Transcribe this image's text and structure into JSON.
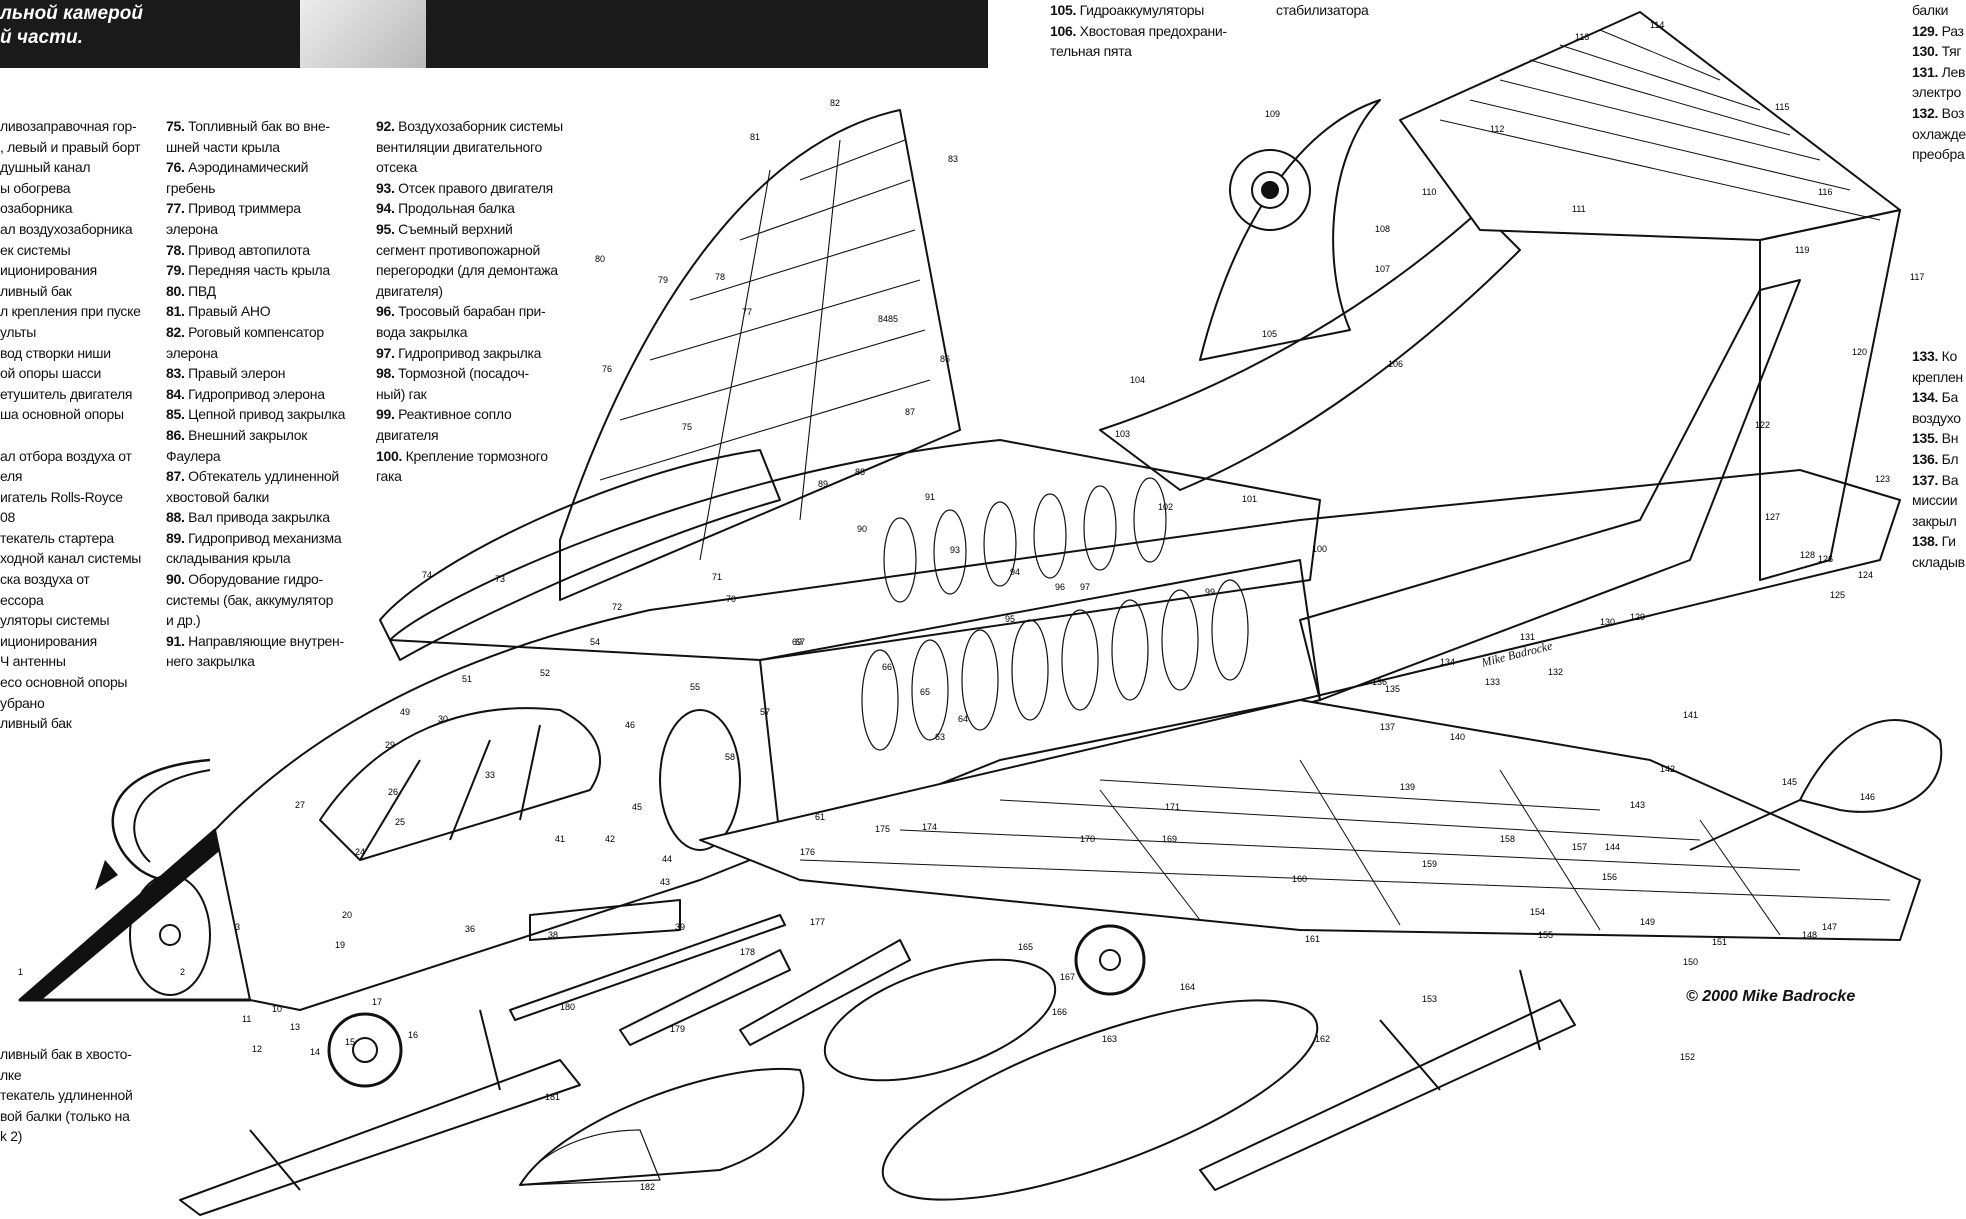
{
  "banner": {
    "text": "льной камерой\nй части."
  },
  "legend": {
    "col_a": [
      "ливозаправочная гор-",
      ", левый и правый борт",
      "душный канал",
      "ы обогрева",
      "озаборника",
      "ал воздухозаборника",
      "ек системы",
      "иционирования",
      "ливный бак",
      "л крепления при пуске",
      "ульты",
      "вод створки ниши",
      "ой опоры шасси",
      "етушитель двигателя",
      "ша основной опоры",
      "",
      "ал отбора воздуха от",
      "еля",
      "игатель Rolls-Royce",
      "08",
      "текатель стартера",
      "ходной канал системы",
      "ска воздуха от",
      "ессора",
      "уляторы системы",
      "иционирования",
      "Ч антенны",
      "есо основной опоры",
      "убрано",
      "ливный бак"
    ],
    "col_b": [
      {
        "num": "75.",
        "text": " Топливный бак во вне-"
      },
      {
        "num": "",
        "text": "шней части крыла"
      },
      {
        "num": "76.",
        "text": " Аэродинамический"
      },
      {
        "num": "",
        "text": "гребень"
      },
      {
        "num": "77.",
        "text": " Привод триммера"
      },
      {
        "num": "",
        "text": "элерона"
      },
      {
        "num": "78.",
        "text": " Привод автопилота"
      },
      {
        "num": "79.",
        "text": " Передняя часть крыла"
      },
      {
        "num": "80.",
        "text": " ПВД"
      },
      {
        "num": "81.",
        "text": " Правый АНО"
      },
      {
        "num": "82.",
        "text": " Роговый компенсатор"
      },
      {
        "num": "",
        "text": "элерона"
      },
      {
        "num": "83.",
        "text": " Правый элерон"
      },
      {
        "num": "84.",
        "text": " Гидропривод элерона"
      },
      {
        "num": "85.",
        "text": " Цепной привод закрылка"
      },
      {
        "num": "86.",
        "text": " Внешний закрылок"
      },
      {
        "num": "",
        "text": "Фаулера"
      },
      {
        "num": "87.",
        "text": " Обтекатель удлиненной"
      },
      {
        "num": "",
        "text": "хвостовой балки"
      },
      {
        "num": "88.",
        "text": " Вал привода закрылка"
      },
      {
        "num": "89.",
        "text": " Гидропривод механизма"
      },
      {
        "num": "",
        "text": "складывания крыла"
      },
      {
        "num": "90.",
        "text": " Оборудование гидро-"
      },
      {
        "num": "",
        "text": "системы (бак, аккумулятор"
      },
      {
        "num": "",
        "text": "и др.)"
      },
      {
        "num": "91.",
        "text": " Направляющие внутрен-"
      },
      {
        "num": "",
        "text": "него закрылка"
      }
    ],
    "col_c": [
      {
        "num": "92.",
        "text": " Воздухозаборник системы"
      },
      {
        "num": "",
        "text": "вентиляции двигательного"
      },
      {
        "num": "",
        "text": "отсека"
      },
      {
        "num": "93.",
        "text": " Отсек правого двигателя"
      },
      {
        "num": "94.",
        "text": " Продольная балка"
      },
      {
        "num": "95.",
        "text": " Съемный верхний"
      },
      {
        "num": "",
        "text": "сегмент противопожарной"
      },
      {
        "num": "",
        "text": "перегородки (для демонтажа"
      },
      {
        "num": "",
        "text": "двигателя)"
      },
      {
        "num": "96.",
        "text": " Тросовый барабан при-"
      },
      {
        "num": "",
        "text": "вода закрылка"
      },
      {
        "num": "97.",
        "text": " Гидропривод закрылка"
      },
      {
        "num": "98.",
        "text": " Тормозной (посадоч-"
      },
      {
        "num": "",
        "text": "ный) гак"
      },
      {
        "num": "99.",
        "text": " Реактивное сопло"
      },
      {
        "num": "",
        "text": "двигателя"
      },
      {
        "num": "100.",
        "text": " Крепление тормозного"
      },
      {
        "num": "",
        "text": "гака"
      }
    ],
    "col_d": [
      {
        "num": "105.",
        "text": " Гидроаккумуляторы"
      },
      {
        "num": "106.",
        "text": " Хвостовая предохрани-"
      },
      {
        "num": "",
        "text": "тельная пята"
      }
    ],
    "col_e": [
      {
        "num": "",
        "text": "стабилизатора"
      }
    ],
    "col_f": [
      {
        "num": "",
        "text": "балки"
      },
      {
        "num": "129.",
        "text": " Раз"
      },
      {
        "num": "130.",
        "text": " Тяг"
      },
      {
        "num": "131.",
        "text": " Лев"
      },
      {
        "num": "",
        "text": "электро"
      },
      {
        "num": "132.",
        "text": " Воз"
      },
      {
        "num": "",
        "text": "охлажде"
      },
      {
        "num": "",
        "text": "преобра"
      }
    ],
    "col_g": [
      {
        "num": "133.",
        "text": " Ко"
      },
      {
        "num": "",
        "text": "креплен"
      },
      {
        "num": "134.",
        "text": " Ба"
      },
      {
        "num": "",
        "text": "воздухо"
      },
      {
        "num": "135.",
        "text": " Вн"
      },
      {
        "num": "136.",
        "text": " Бл"
      },
      {
        "num": "137.",
        "text": " Ва"
      },
      {
        "num": "",
        "text": "миссии"
      },
      {
        "num": "",
        "text": "закрыл"
      },
      {
        "num": "138.",
        "text": " Ги"
      },
      {
        "num": "",
        "text": "складыв"
      }
    ],
    "col_h": [
      "ливный бак в хвосто-",
      "лке",
      "текатель удлиненной",
      "вой балки (только на",
      "k 2)"
    ]
  },
  "callouts": [
    {
      "n": "1"
    },
    {
      "n": "2"
    },
    {
      "n": "3"
    },
    {
      "n": "10"
    },
    {
      "n": "11"
    },
    {
      "n": "12"
    },
    {
      "n": "13"
    },
    {
      "n": "14"
    },
    {
      "n": "15"
    },
    {
      "n": "16"
    },
    {
      "n": "17"
    },
    {
      "n": "19"
    },
    {
      "n": "20"
    },
    {
      "n": "24"
    },
    {
      "n": "25"
    },
    {
      "n": "26"
    },
    {
      "n": "27"
    },
    {
      "n": "29"
    },
    {
      "n": "30"
    },
    {
      "n": "33"
    },
    {
      "n": "36"
    },
    {
      "n": "38"
    },
    {
      "n": "39"
    },
    {
      "n": "41"
    },
    {
      "n": "42"
    },
    {
      "n": "43"
    },
    {
      "n": "44"
    },
    {
      "n": "45"
    },
    {
      "n": "46"
    },
    {
      "n": "49"
    },
    {
      "n": "51"
    },
    {
      "n": "52"
    },
    {
      "n": "54"
    },
    {
      "n": "55"
    },
    {
      "n": "57"
    },
    {
      "n": "58"
    },
    {
      "n": "61"
    },
    {
      "n": "63"
    },
    {
      "n": "64"
    },
    {
      "n": "65"
    },
    {
      "n": "66"
    },
    {
      "n": "67"
    },
    {
      "n": "69"
    },
    {
      "n": "70"
    },
    {
      "n": "71"
    },
    {
      "n": "72"
    },
    {
      "n": "73"
    },
    {
      "n": "74"
    },
    {
      "n": "75"
    },
    {
      "n": "76"
    },
    {
      "n": "77"
    },
    {
      "n": "78"
    },
    {
      "n": "79"
    },
    {
      "n": "80"
    },
    {
      "n": "81"
    },
    {
      "n": "82"
    },
    {
      "n": "83"
    },
    {
      "n": "84"
    },
    {
      "n": "85"
    },
    {
      "n": "86"
    },
    {
      "n": "87"
    },
    {
      "n": "88"
    },
    {
      "n": "89"
    },
    {
      "n": "90"
    },
    {
      "n": "91"
    },
    {
      "n": "93"
    },
    {
      "n": "94"
    },
    {
      "n": "95"
    },
    {
      "n": "96"
    },
    {
      "n": "97"
    },
    {
      "n": "99"
    },
    {
      "n": "100"
    },
    {
      "n": "101"
    },
    {
      "n": "102"
    },
    {
      "n": "103"
    },
    {
      "n": "104"
    },
    {
      "n": "105"
    },
    {
      "n": "106"
    },
    {
      "n": "107"
    },
    {
      "n": "108"
    },
    {
      "n": "109"
    },
    {
      "n": "110"
    },
    {
      "n": "111"
    },
    {
      "n": "112"
    },
    {
      "n": "113"
    },
    {
      "n": "114"
    },
    {
      "n": "115"
    },
    {
      "n": "116"
    },
    {
      "n": "117"
    },
    {
      "n": "119"
    },
    {
      "n": "120"
    },
    {
      "n": "122"
    },
    {
      "n": "123"
    },
    {
      "n": "124"
    },
    {
      "n": "125"
    },
    {
      "n": "126"
    },
    {
      "n": "127"
    },
    {
      "n": "128"
    },
    {
      "n": "129"
    },
    {
      "n": "130"
    },
    {
      "n": "131"
    },
    {
      "n": "132"
    },
    {
      "n": "133"
    },
    {
      "n": "134"
    },
    {
      "n": "135"
    },
    {
      "n": "136"
    },
    {
      "n": "137"
    },
    {
      "n": "139"
    },
    {
      "n": "140"
    },
    {
      "n": "141"
    },
    {
      "n": "142"
    },
    {
      "n": "143"
    },
    {
      "n": "144"
    },
    {
      "n": "145"
    },
    {
      "n": "146"
    },
    {
      "n": "147"
    },
    {
      "n": "148"
    },
    {
      "n": "149"
    },
    {
      "n": "150"
    },
    {
      "n": "151"
    },
    {
      "n": "152"
    },
    {
      "n": "153"
    },
    {
      "n": "154"
    },
    {
      "n": "155"
    },
    {
      "n": "156"
    },
    {
      "n": "157"
    },
    {
      "n": "158"
    },
    {
      "n": "159"
    },
    {
      "n": "160"
    },
    {
      "n": "161"
    },
    {
      "n": "162"
    },
    {
      "n": "163"
    },
    {
      "n": "164"
    },
    {
      "n": "165"
    },
    {
      "n": "166"
    },
    {
      "n": "167"
    },
    {
      "n": "169"
    },
    {
      "n": "170"
    },
    {
      "n": "171"
    },
    {
      "n": "174"
    },
    {
      "n": "175"
    },
    {
      "n": "176"
    },
    {
      "n": "177"
    },
    {
      "n": "178"
    },
    {
      "n": "179"
    },
    {
      "n": "180"
    },
    {
      "n": "181"
    },
    {
      "n": "182"
    }
  ],
  "credit": "© 2000 Mike Badrocke",
  "signature": "Mike Badrocke"
}
